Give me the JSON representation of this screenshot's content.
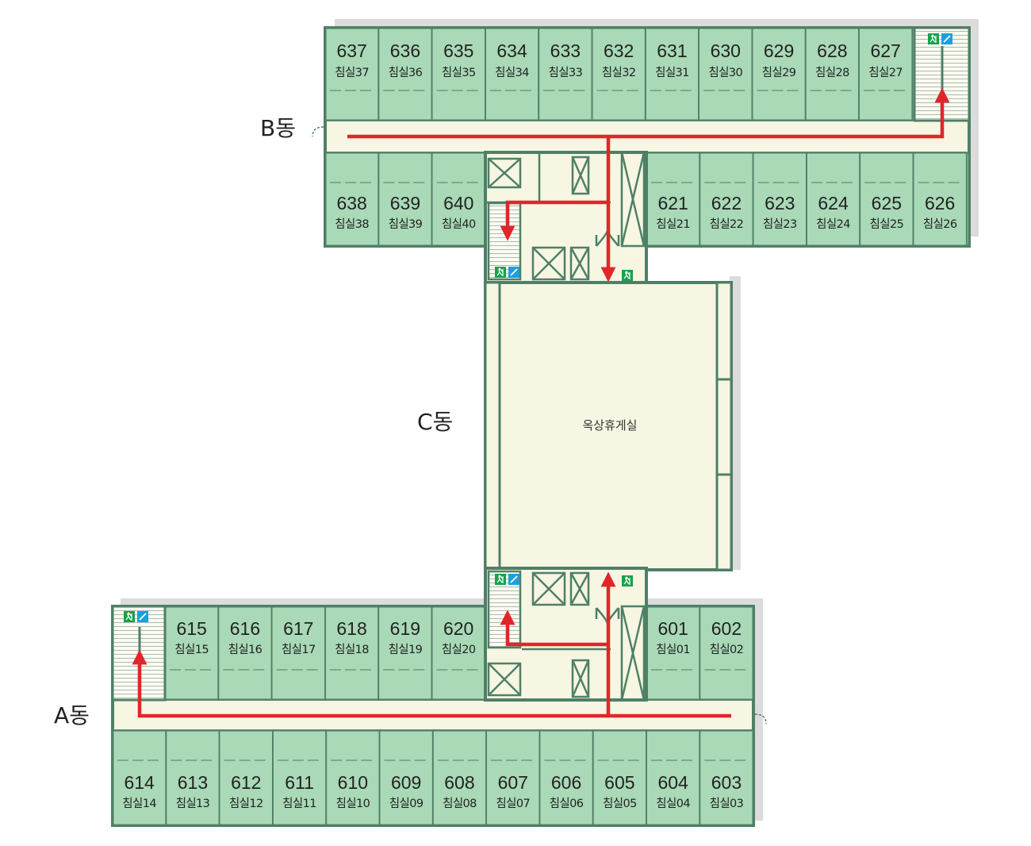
{
  "colors": {
    "room_fill": "#a9d9b7",
    "wall": "#4f8067",
    "corridor": "#f7f6e3",
    "shadow": "#dcdcdc",
    "route": "#e0262a",
    "exit_sign": "#17a34a",
    "slide_sign": "#1aa0dc"
  },
  "wings": {
    "a": "A동",
    "b": "B동",
    "c": "C동"
  },
  "lounge": "옥상휴게실",
  "rooms_b_top": [
    {
      "num": "637",
      "label": "침실37"
    },
    {
      "num": "636",
      "label": "침실36"
    },
    {
      "num": "635",
      "label": "침실35"
    },
    {
      "num": "634",
      "label": "침실34"
    },
    {
      "num": "633",
      "label": "침실33"
    },
    {
      "num": "632",
      "label": "침실32"
    },
    {
      "num": "631",
      "label": "침실31"
    },
    {
      "num": "630",
      "label": "침실30"
    },
    {
      "num": "629",
      "label": "침실29"
    },
    {
      "num": "628",
      "label": "침실28"
    },
    {
      "num": "627",
      "label": "침실27"
    }
  ],
  "rooms_b_bottom_left": [
    {
      "num": "638",
      "label": "침실38"
    },
    {
      "num": "639",
      "label": "침실39"
    },
    {
      "num": "640",
      "label": "침실40"
    }
  ],
  "rooms_b_bottom_right": [
    {
      "num": "621",
      "label": "침실21"
    },
    {
      "num": "622",
      "label": "침실22"
    },
    {
      "num": "623",
      "label": "침실23"
    },
    {
      "num": "624",
      "label": "침실24"
    },
    {
      "num": "625",
      "label": "침실25"
    },
    {
      "num": "626",
      "label": "침실26"
    }
  ],
  "rooms_a_top_left": [
    {
      "num": "615",
      "label": "침실15"
    },
    {
      "num": "616",
      "label": "침실16"
    },
    {
      "num": "617",
      "label": "침실17"
    },
    {
      "num": "618",
      "label": "침실18"
    },
    {
      "num": "619",
      "label": "침실19"
    },
    {
      "num": "620",
      "label": "침실20"
    }
  ],
  "rooms_a_top_right": [
    {
      "num": "601",
      "label": "침실01"
    },
    {
      "num": "602",
      "label": "침실02"
    }
  ],
  "rooms_a_bottom": [
    {
      "num": "614",
      "label": "침실14"
    },
    {
      "num": "613",
      "label": "침실13"
    },
    {
      "num": "612",
      "label": "침실12"
    },
    {
      "num": "611",
      "label": "침실11"
    },
    {
      "num": "610",
      "label": "침실10"
    },
    {
      "num": "609",
      "label": "침실09"
    },
    {
      "num": "608",
      "label": "침실08"
    },
    {
      "num": "607",
      "label": "침실07"
    },
    {
      "num": "606",
      "label": "침실06"
    },
    {
      "num": "605",
      "label": "침실05"
    },
    {
      "num": "604",
      "label": "침실04"
    },
    {
      "num": "603",
      "label": "침실03"
    }
  ],
  "icons": {
    "exit_sign": "emergency-exit-icon",
    "slide": "escape-slide-icon",
    "elevator": "elevator-icon",
    "stairs": "stairs-icon",
    "door": "double-door-icon",
    "route": "evacuation-route-arrow"
  }
}
